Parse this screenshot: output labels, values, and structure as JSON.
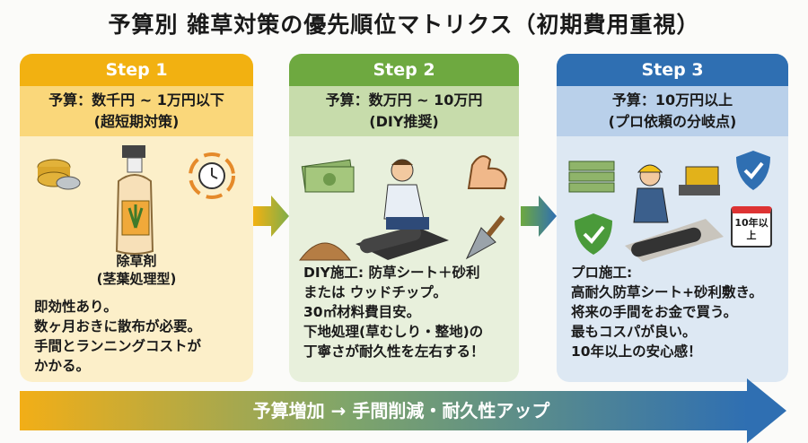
{
  "title": "予算別 雑草対策の優先順位マトリクス（初期費用重視）",
  "steps": [
    {
      "label": "Step 1",
      "budget": "予算：数千円 ~ 1万円以下",
      "note": "(超短期対策)",
      "product": "除草剤",
      "product_sub": "(茎葉処理型)",
      "lines": [
        "即効性あり。",
        "数ヶ月おきに散布が必要。",
        "手間とランニングコストが",
        "かかる。"
      ],
      "color": "#f2b111"
    },
    {
      "label": "Step 2",
      "budget": "予算：数万円 ~ 10万円",
      "note": "(DIY推奨)",
      "lines": [
        "DIY施工: 防草シート＋砂利",
        "または ウッドチップ。",
        "30㎡材料費目安。",
        "下地処理(草むしり・整地)の",
        "丁寧さが耐久性を左右する！"
      ],
      "color": "#6ea940"
    },
    {
      "label": "Step 3",
      "budget": "予算：10万円以上",
      "note": "(プロ依頼の分岐点)",
      "badge": "10年以上",
      "lines": [
        "プロ施工:",
        "高耐久防草シート+砂利敷き。",
        "将来の手間をお金で買う。",
        "最もコスパが良い。",
        "10年以上の安心感！"
      ],
      "color": "#2f6fb2"
    }
  ],
  "bottom_arrow": "予算増加 → 手間削減・耐久性アップ"
}
